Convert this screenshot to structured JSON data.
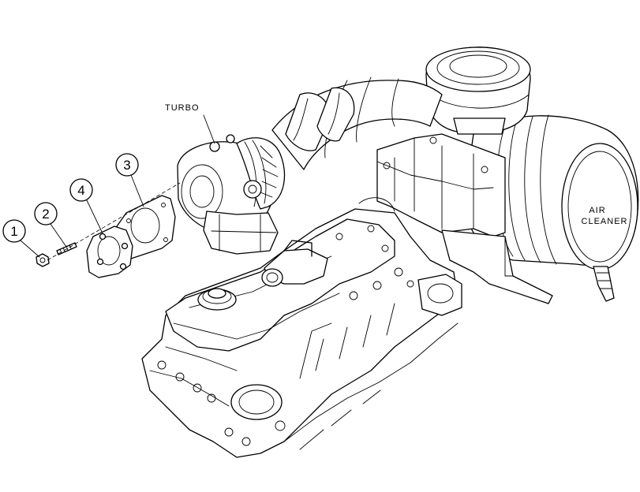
{
  "labels": {
    "turbo": "TURBO",
    "air_cleaner_line1": "AIR",
    "air_cleaner_line2": "CLEANER"
  },
  "callouts": [
    {
      "number": "1"
    },
    {
      "number": "2"
    },
    {
      "number": "3"
    },
    {
      "number": "4"
    }
  ],
  "colors": {
    "line": "#000000",
    "background": "#ffffff"
  }
}
